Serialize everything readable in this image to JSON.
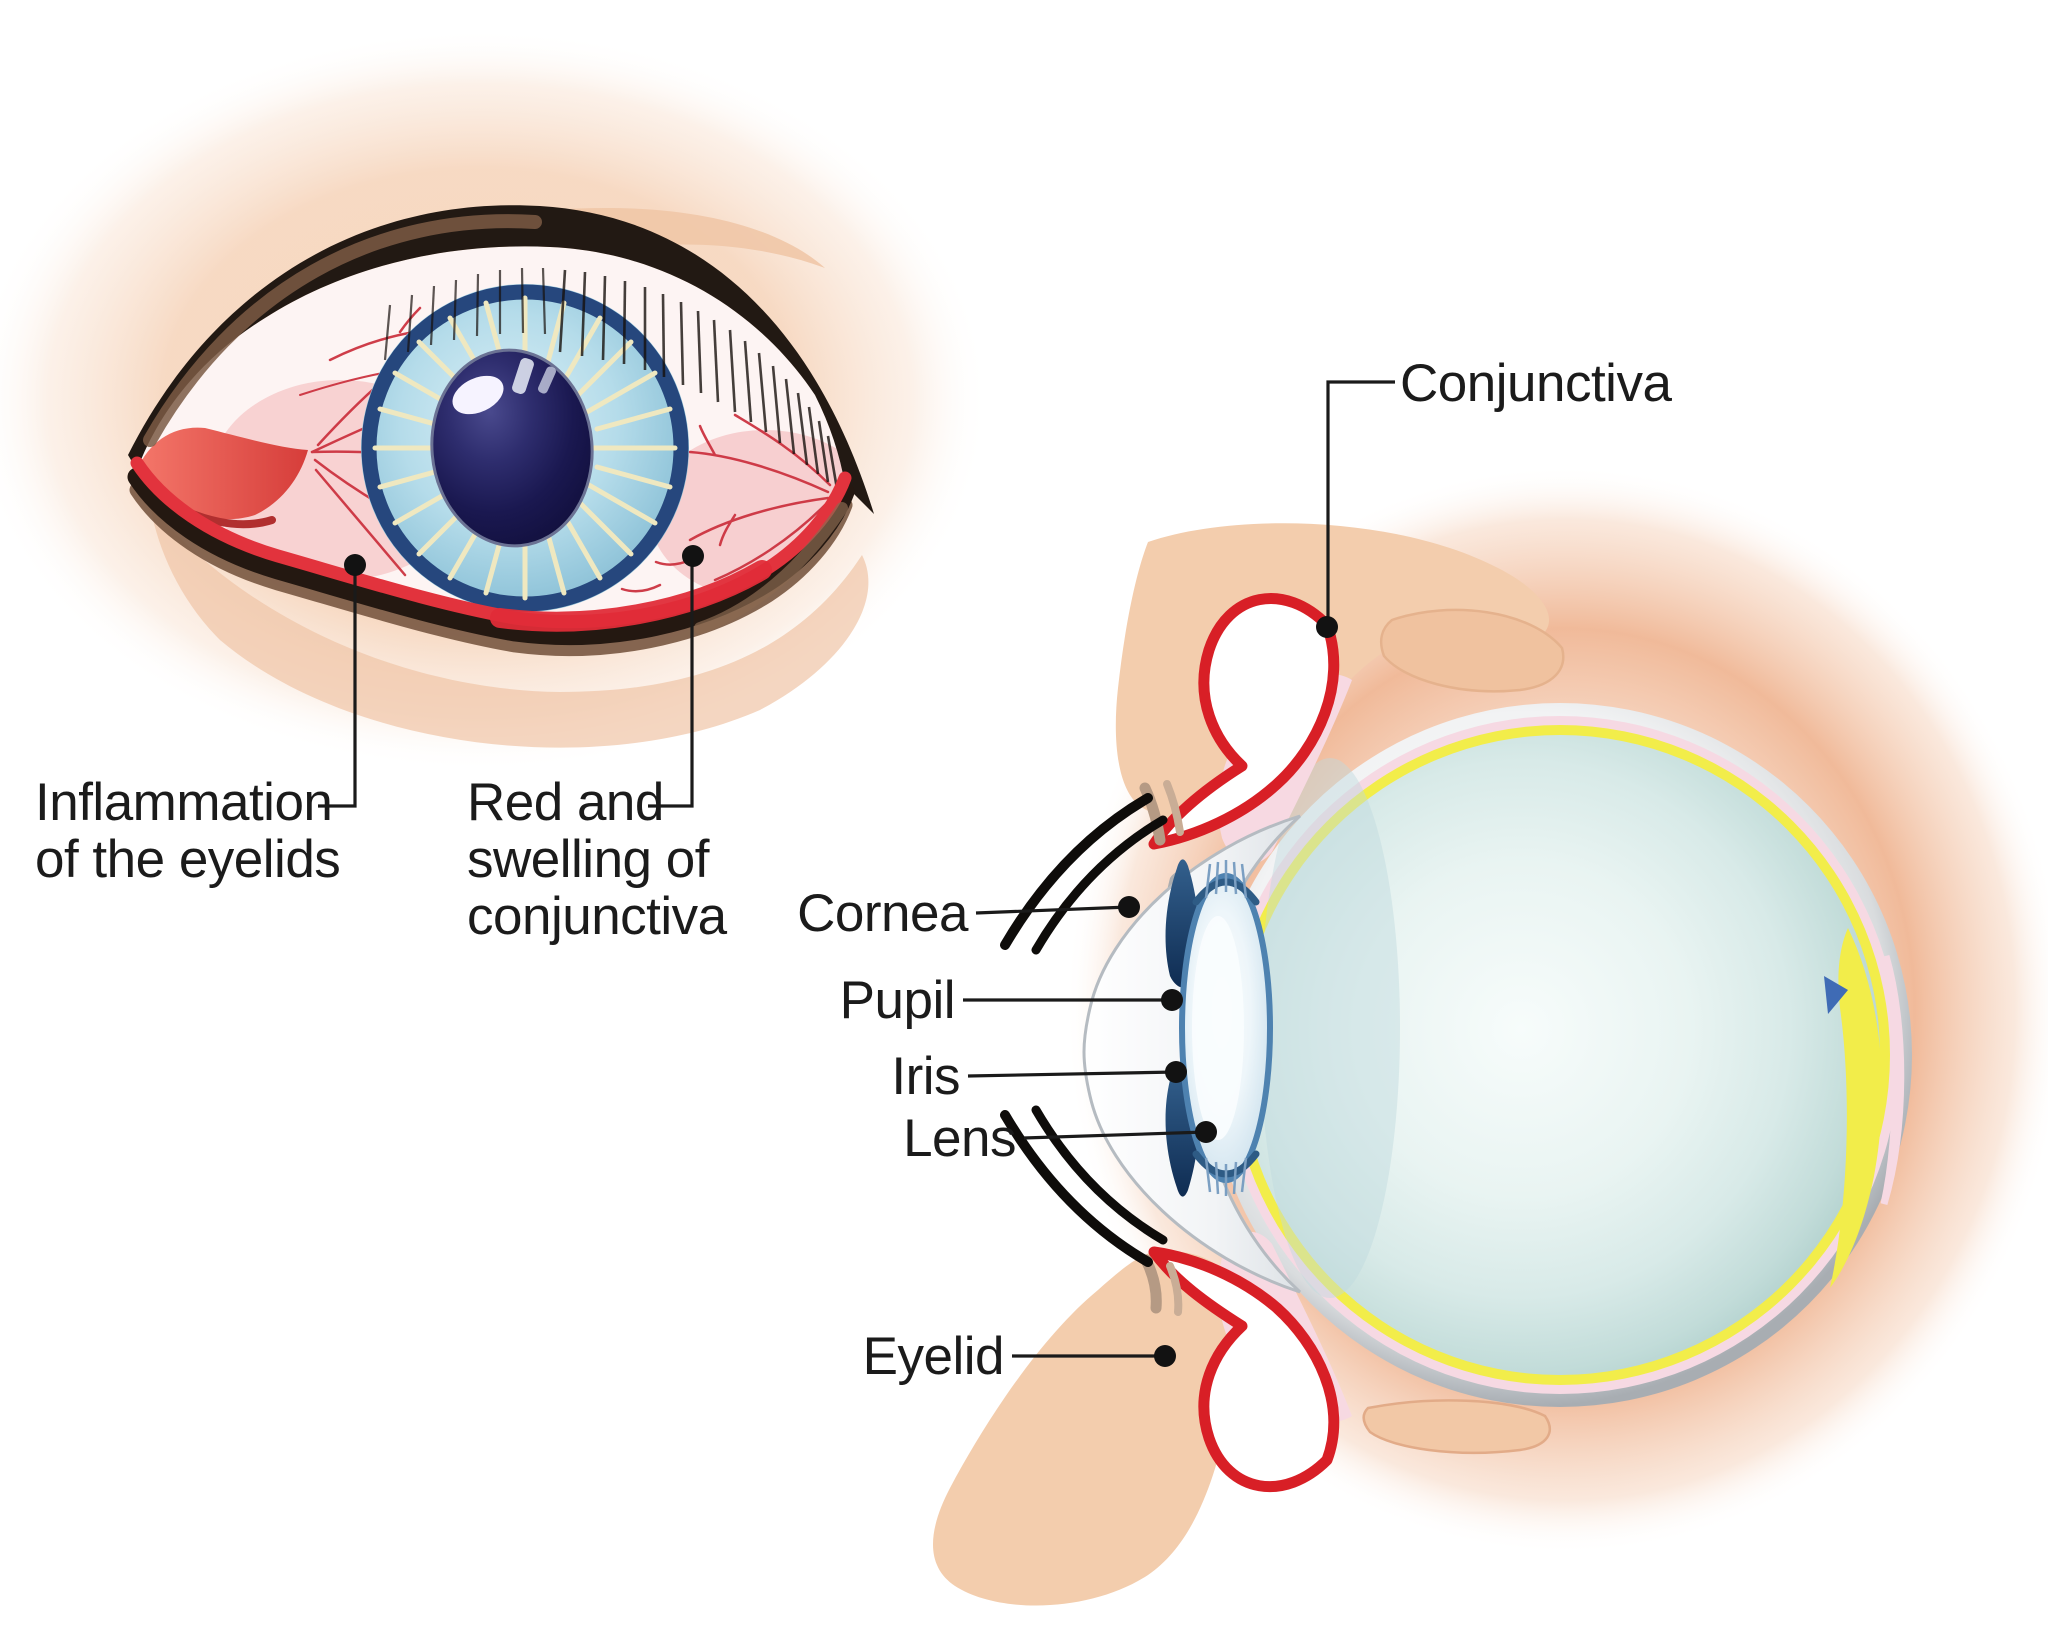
{
  "title": "Conjunctivitis eye anatomy diagram",
  "left_panel": {
    "inflammation_label": {
      "line1": "Inflammation",
      "line2": "of the eyelids"
    },
    "swelling_label": {
      "line1": "Red and",
      "line2": "swelling of",
      "line3": "conjunctiva"
    }
  },
  "right_panel": {
    "conjunctiva_label": "Conjunctiva",
    "cornea_label": "Cornea",
    "pupil_label": "Pupil",
    "iris_label": "Iris",
    "lens_label": "Lens",
    "eyelid_label": "Eyelid"
  },
  "colors": {
    "label_text": "#1b1b1b",
    "leader_line": "#1a1a1a",
    "conjunctiva_red": "#d81f26",
    "inflamed_rim_red": "#e2333d",
    "caruncle_red": "#e0473f",
    "iris_ring_navy": "#26477d",
    "iris_blue": "#b5dcea",
    "pupil_navy": "#1a1850",
    "skin_peach": "#f3cdad",
    "glow_peach": "#eeae88",
    "sclera_gray": "#b3b8bd",
    "choroid_pink": "#f6d9e3",
    "retina_yellow": "#f2ed4a",
    "lens_blue": "#4e82b0",
    "vessel_red": "#cc3340"
  }
}
